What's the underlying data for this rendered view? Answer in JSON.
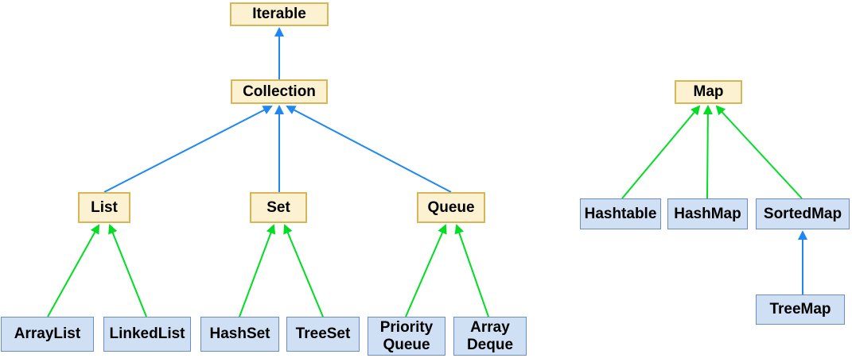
{
  "diagram": {
    "nodes": {
      "iterable": {
        "label": "Iterable",
        "type": "interface"
      },
      "collection": {
        "label": "Collection",
        "type": "interface"
      },
      "list": {
        "label": "List",
        "type": "interface"
      },
      "set": {
        "label": "Set",
        "type": "interface"
      },
      "queue": {
        "label": "Queue",
        "type": "interface"
      },
      "map": {
        "label": "Map",
        "type": "interface"
      },
      "arraylist": {
        "label": "ArrayList",
        "type": "class"
      },
      "linkedlist": {
        "label": "LinkedList",
        "type": "class"
      },
      "hashset": {
        "label": "HashSet",
        "type": "class"
      },
      "treeset": {
        "label": "TreeSet",
        "type": "class"
      },
      "priorityqueue": {
        "label": "Priority Queue",
        "type": "class"
      },
      "arraydeque": {
        "label": "Array Deque",
        "type": "class"
      },
      "hashtable": {
        "label": "Hashtable",
        "type": "class"
      },
      "hashmap": {
        "label": "HashMap",
        "type": "class"
      },
      "sortedmap": {
        "label": "SortedMap",
        "type": "class"
      },
      "treemap": {
        "label": "TreeMap",
        "type": "class"
      }
    },
    "edges": [
      {
        "from": "collection",
        "to": "iterable",
        "arrow_color": "blue"
      },
      {
        "from": "list",
        "to": "collection",
        "arrow_color": "blue"
      },
      {
        "from": "set",
        "to": "collection",
        "arrow_color": "blue"
      },
      {
        "from": "queue",
        "to": "collection",
        "arrow_color": "blue"
      },
      {
        "from": "treemap",
        "to": "sortedmap",
        "arrow_color": "blue"
      },
      {
        "from": "arraylist",
        "to": "list",
        "arrow_color": "green"
      },
      {
        "from": "linkedlist",
        "to": "list",
        "arrow_color": "green"
      },
      {
        "from": "hashset",
        "to": "set",
        "arrow_color": "green"
      },
      {
        "from": "treeset",
        "to": "set",
        "arrow_color": "green"
      },
      {
        "from": "priorityqueue",
        "to": "queue",
        "arrow_color": "green"
      },
      {
        "from": "arraydeque",
        "to": "queue",
        "arrow_color": "green"
      },
      {
        "from": "hashtable",
        "to": "map",
        "arrow_color": "green"
      },
      {
        "from": "hashmap",
        "to": "map",
        "arrow_color": "green"
      },
      {
        "from": "sortedmap",
        "to": "map",
        "arrow_color": "green"
      }
    ],
    "colors": {
      "interface_fill": "#fcf1d1",
      "interface_border": "#d6b656",
      "class_fill": "#cfe0f4",
      "class_border": "#6c8ebf",
      "extends_edge": "#1e87f2",
      "implements_edge": "#00dd22",
      "text": "#000000",
      "background": "#ffffff"
    }
  }
}
